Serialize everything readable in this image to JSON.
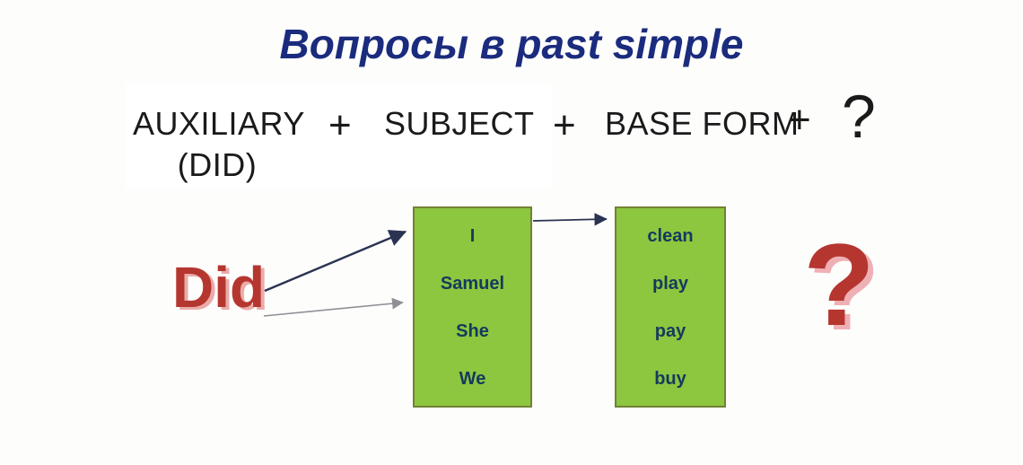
{
  "title": "Вопросы в past simple",
  "formula": {
    "auxiliary": "AUXILIARY",
    "auxiliary_sub": "(DID)",
    "plus": "+",
    "subject": "SUBJECT",
    "base_form": "BASE FORM",
    "question_mark": "?"
  },
  "diagram": {
    "did_label": "Did",
    "subjects": [
      "I",
      "Samuel",
      "She",
      "We"
    ],
    "base_forms": [
      "clean",
      "play",
      "pay",
      "buy"
    ],
    "big_question_mark": "?"
  },
  "colors": {
    "title_navy": "#1b2b7d",
    "formula_black": "#1a1a1a",
    "did_red": "#b5362f",
    "did_shadow_pink": "#e9aca9",
    "question_shadow_pink": "#efb0b5",
    "box_green": "#8dc63f",
    "box_border_green": "#708332",
    "box_text_navy": "#143a5e",
    "arrow_navy": "#2b3352",
    "arrow_gray": "#8f9094"
  }
}
